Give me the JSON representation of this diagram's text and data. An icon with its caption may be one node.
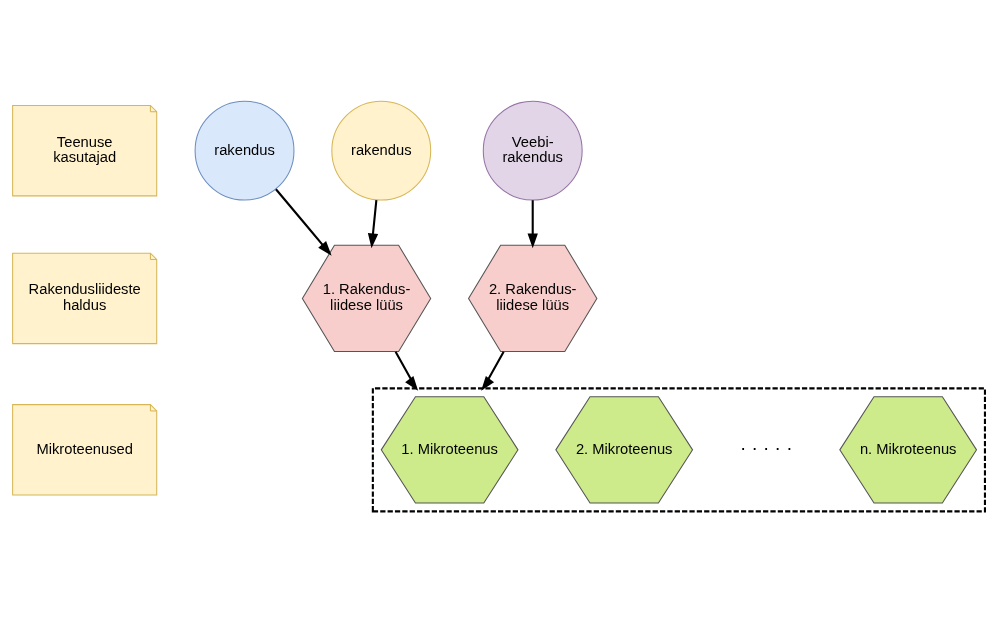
{
  "diagram": {
    "nodes": [
      {
        "text": [
          "Teenuse kasutajad"
        ]
      },
      {
        "text": [
          "Rakendusliideste haldus"
        ]
      },
      {
        "text": [
          "Mikroteenused"
        ]
      },
      {
        "text": [
          "rakendus"
        ]
      },
      {
        "text": [
          "rakendus"
        ]
      },
      {
        "text": [
          "Veebi- rakendus"
        ]
      },
      {
        "text": [
          "1. Rakendus- liidese lüüs"
        ]
      },
      {
        "text": [
          "2. Rakendus- liidese lüüs"
        ]
      },
      {
        "text": [],
        "shape": "box"
      },
      {
        "text": [
          "1. Mikroteenus"
        ],
        "in": 8
      },
      {
        "text": [
          "2. Mikroteenus"
        ],
        "in": 8
      },
      {
        "text": [
          "n. Mikroteenus"
        ],
        "in": 8
      }
    ],
    "edges": [
      {
        "from": 3,
        "to": 6,
        "arrow": "to"
      },
      {
        "from": 4,
        "to": 6,
        "arrow": "to"
      },
      {
        "from": 5,
        "to": 7,
        "arrow": "to"
      },
      {
        "from": 6,
        "to": 8,
        "arrow": "to"
      },
      {
        "from": 7,
        "to": 8,
        "arrow": "to"
      }
    ],
    "labels": [
      "· · · · ·"
    ]
  }
}
